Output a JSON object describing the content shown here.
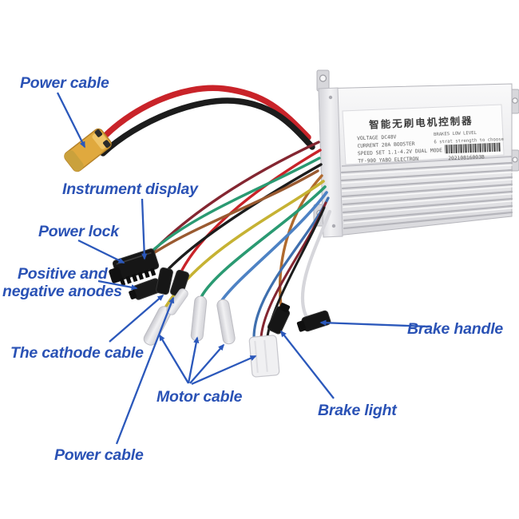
{
  "callouts": {
    "power_cable_top": "Power cable",
    "instrument_display": "Instrument display",
    "power_lock": "Power lock",
    "anodes_line1": "Positive and",
    "anodes_line2": "negative anodes",
    "cathode_cable": "The cathode cable",
    "motor_cable": "Motor cable",
    "brake_handle": "Brake handle",
    "brake_light": "Brake light",
    "power_cable_bottom": "Power cable"
  },
  "controller_label": {
    "title_cn": "智能无刷电机控制器",
    "voltage": "VOLTAGE  DC48V",
    "brakes": "BRAKES  LOW LEVEL",
    "current": "CURRENT  20A BOOSTER",
    "strength": "6 strat strength to choose",
    "speed": "SPEED SET 1.1-4.2V DUAL MODE",
    "maker": "TF-900 YABO ELECTRON",
    "serial": "20210816003B"
  },
  "colors": {
    "callout_blue": "#2a52b5",
    "arrow_blue": "#2b58bb",
    "xt60_yellow": "#e0a93e",
    "box_silver": "#ededef",
    "wire_red": "#c92329",
    "wire_black": "#1c1c1c",
    "wire_maroon": "#842631",
    "wire_brown": "#9a5a30",
    "wire_orange": "#b06a2e",
    "wire_yellow": "#c6b233",
    "wire_green": "#2a9a72",
    "wire_blue": "#4d82c4",
    "wire_steel_blue": "#3f6fae",
    "wire_white": "#d6d6db"
  }
}
